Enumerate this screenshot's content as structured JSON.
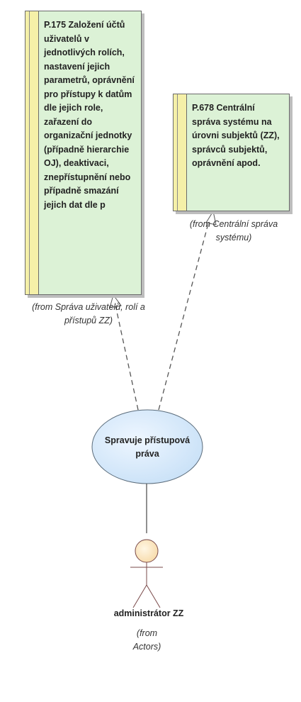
{
  "requirement_1": {
    "text": "P.175  Založení účtů uživatelů v jednotlivých rolích, nastavení jejich parametrů, oprávnění pro přístupy k datům dle jejich role, zařazení do organizační jednotky (případně hierarchie OJ), deaktivaci, znepřístupnění nebo případně smazání jejich dat dle p",
    "from": "(from Správa uživatelů, rolí a\npřístupů ZZ)"
  },
  "requirement_2": {
    "text": "P.678  Centrální správa systému na úrovni subjektů (ZZ), správců subjektů, oprávnění apod.",
    "from": "(from Centrální správa\nsystému)"
  },
  "use_case": {
    "label": "Spravuje přístupová\npráva"
  },
  "actor": {
    "name": "administrátor ZZ",
    "from": "(from\nActors)"
  },
  "colors": {
    "requirement_fill": "#dcf2d6",
    "requirement_strip": "#f5f0a8",
    "use_case_fill": "#d6e9fb",
    "actor_head": "#fde8c4",
    "actor_line": "#7a4a4a"
  }
}
